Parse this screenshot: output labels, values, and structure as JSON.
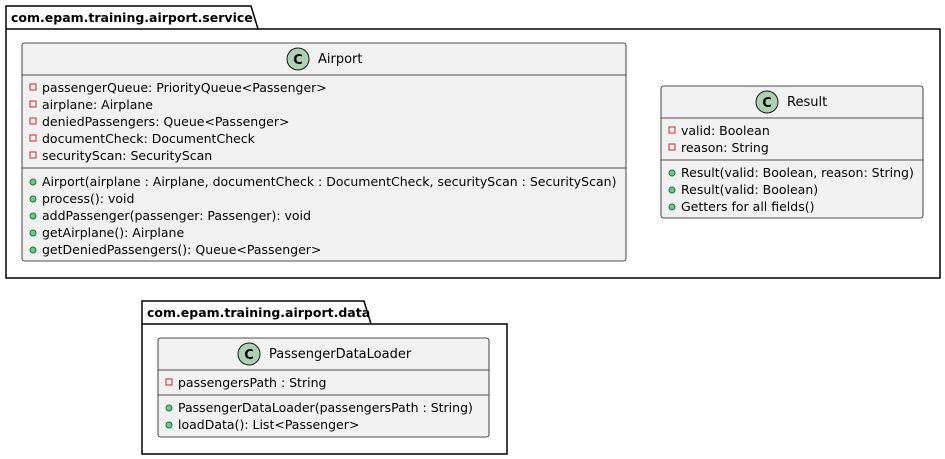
{
  "packages": [
    {
      "name": "com.epam.training.airport.service",
      "classes": [
        {
          "name": "Airport",
          "stereotype_letter": "C",
          "fields": [
            {
              "visibility": "private",
              "text": "passengerQueue: PriorityQueue<Passenger>"
            },
            {
              "visibility": "private",
              "text": "airplane: Airplane"
            },
            {
              "visibility": "private",
              "text": "deniedPassengers: Queue<Passenger>"
            },
            {
              "visibility": "private",
              "text": "documentCheck: DocumentCheck"
            },
            {
              "visibility": "private",
              "text": "securityScan: SecurityScan"
            }
          ],
          "methods": [
            {
              "visibility": "public",
              "text": "Airport(airplane : Airplane, documentCheck : DocumentCheck, securityScan : SecurityScan)"
            },
            {
              "visibility": "public",
              "text": "process(): void"
            },
            {
              "visibility": "public",
              "text": "addPassenger(passenger: Passenger): void"
            },
            {
              "visibility": "public",
              "text": "getAirplane(): Airplane"
            },
            {
              "visibility": "public",
              "text": "getDeniedPassengers(): Queue<Passenger>"
            }
          ]
        },
        {
          "name": "Result",
          "stereotype_letter": "C",
          "fields": [
            {
              "visibility": "private",
              "text": "valid: Boolean"
            },
            {
              "visibility": "private",
              "text": "reason: String"
            }
          ],
          "methods": [
            {
              "visibility": "public",
              "text": "Result(valid: Boolean, reason: String)"
            },
            {
              "visibility": "public",
              "text": "Result(valid: Boolean)"
            },
            {
              "visibility": "public",
              "text": "Getters for all fields()"
            }
          ]
        }
      ]
    },
    {
      "name": "com.epam.training.airport.data",
      "classes": [
        {
          "name": "PassengerDataLoader",
          "stereotype_letter": "C",
          "fields": [
            {
              "visibility": "private",
              "text": "passengersPath : String"
            }
          ],
          "methods": [
            {
              "visibility": "public",
              "text": "PassengerDataLoader(passengersPath : String)"
            },
            {
              "visibility": "public",
              "text": "loadData(): List<Passenger>"
            }
          ]
        }
      ]
    }
  ],
  "colors": {
    "class_fill": "#f1f1f1",
    "class_border": "#181818",
    "package_border": "#000000",
    "class_icon_fill": "#add1b2",
    "private_marker_border": "#c82930",
    "public_marker_fill": "#84be84",
    "public_marker_border": "#038048"
  }
}
